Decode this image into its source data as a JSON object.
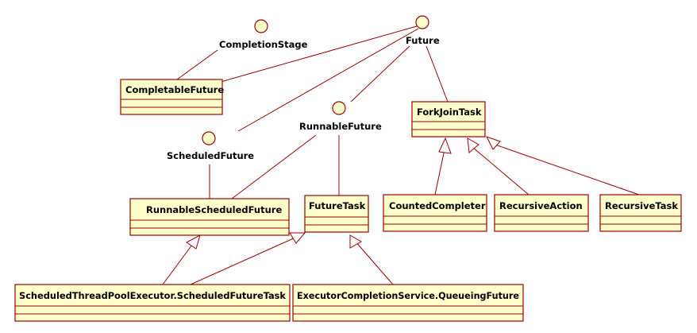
{
  "interfaces": {
    "completion_stage": "CompletionStage",
    "future": "Future",
    "runnable_future": "RunnableFuture",
    "scheduled_future": "ScheduledFuture"
  },
  "classes": {
    "completable_future": "CompletableFuture",
    "fork_join_task": "ForkJoinTask",
    "runnable_scheduled_future": "RunnableScheduledFuture",
    "future_task": "FutureTask",
    "counted_completer": "CountedCompleter",
    "recursive_action": "RecursiveAction",
    "recursive_task": "RecursiveTask",
    "scheduled_future_task": "ScheduledThreadPoolExecutor.ScheduledFutureTask",
    "queueing_future": "ExecutorCompletionService.QueueingFuture"
  },
  "colors": {
    "box_fill": "#ffffcc",
    "line": "#990000"
  }
}
